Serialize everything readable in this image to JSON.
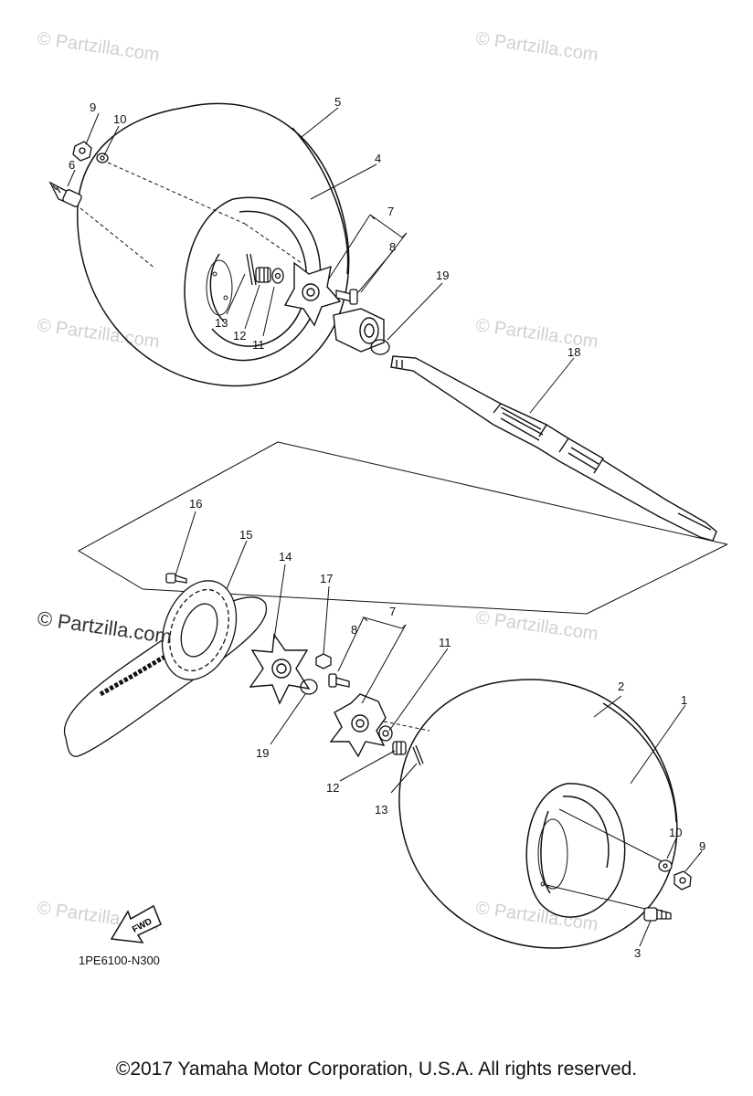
{
  "watermark": {
    "text": "© Partzilla.com",
    "overlay_text": "© Partzilla.com"
  },
  "callouts": {
    "p1": "1",
    "p2": "2",
    "p3": "3",
    "p4": "4",
    "p5": "5",
    "p6": "6",
    "p7_top": "7",
    "p7_bottom": "7",
    "p8_top": "8",
    "p8_bottom": "8",
    "p9_top": "9",
    "p9_bottom": "9",
    "p10_top": "10",
    "p10_bottom": "10",
    "p11_top": "11",
    "p11_bottom": "11",
    "p12_top": "12",
    "p12_bottom": "12",
    "p13_top": "13",
    "p13_bottom": "13",
    "p14": "14",
    "p15": "15",
    "p16": "16",
    "p17": "17",
    "p18": "18",
    "p19_top": "19",
    "p19_bottom": "19"
  },
  "fwd_label": "FWD",
  "diagram_code": "1PE6100-N300",
  "copyright": "©2017  Yamaha Motor Corporation, U.S.A. All rights reserved.",
  "colors": {
    "line": "#111111",
    "watermark": "#d0d0d0"
  }
}
